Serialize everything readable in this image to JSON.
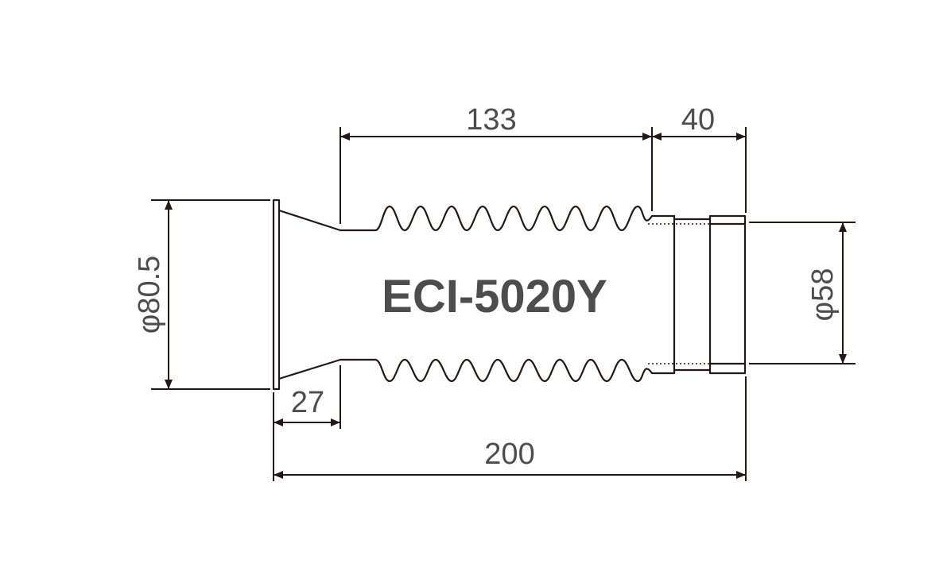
{
  "model": "ECI-5020Y",
  "dimensions": {
    "corrugated_length": "133",
    "end_length": "40",
    "total_length": "200",
    "flange_length": "27",
    "inlet_diameter": "φ80.5",
    "outlet_diameter": "φ58"
  },
  "colors": {
    "line": "#231815",
    "text": "#4d4d4d",
    "background": "#ffffff"
  }
}
